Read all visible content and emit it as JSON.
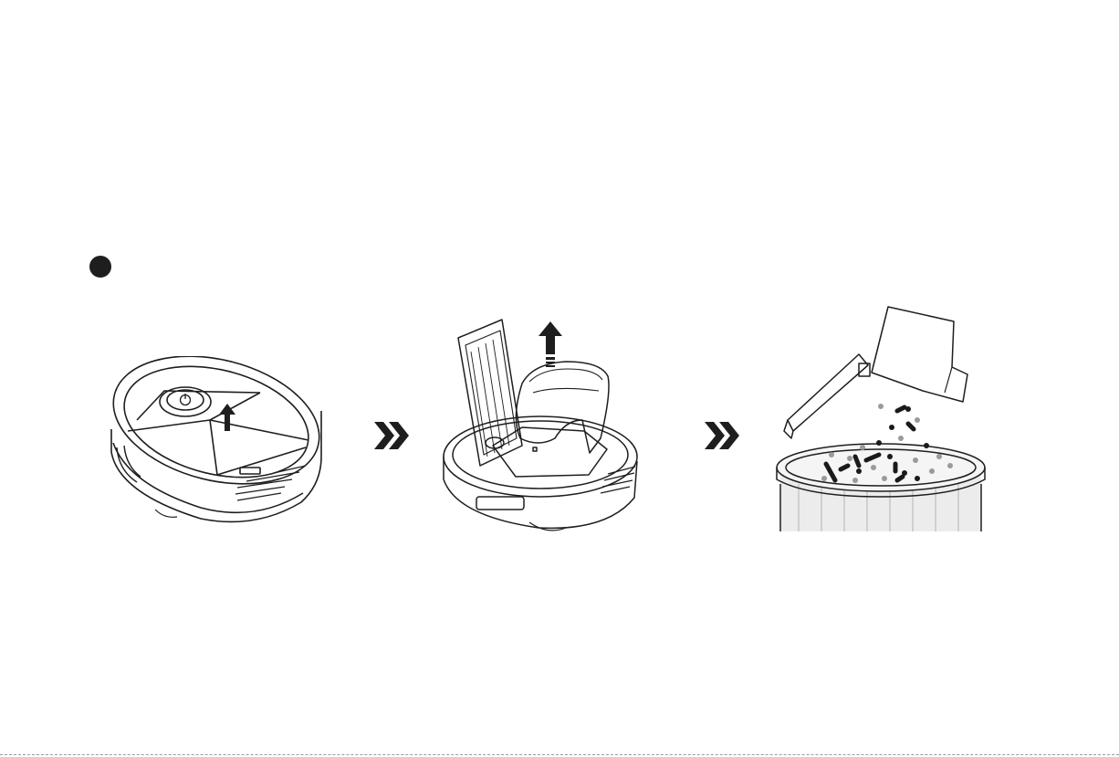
{
  "figure": {
    "steps": [
      {
        "id": "step-1",
        "depicts": "robot-vacuum-lid-open"
      },
      {
        "id": "step-2",
        "depicts": "dust-bin-removal"
      },
      {
        "id": "step-3",
        "depicts": "empty-into-trash"
      }
    ],
    "icons": [
      "step-bullet-icon",
      "up-arrow-icon",
      "double-chevron-icon",
      "power-icon",
      "trash-bin-icon"
    ],
    "colors": {
      "line": "#1e1e1e",
      "debris_dark": "#1a1a1a",
      "debris_gray": "#9a9a9a",
      "bin_fill": "#ececec"
    }
  }
}
